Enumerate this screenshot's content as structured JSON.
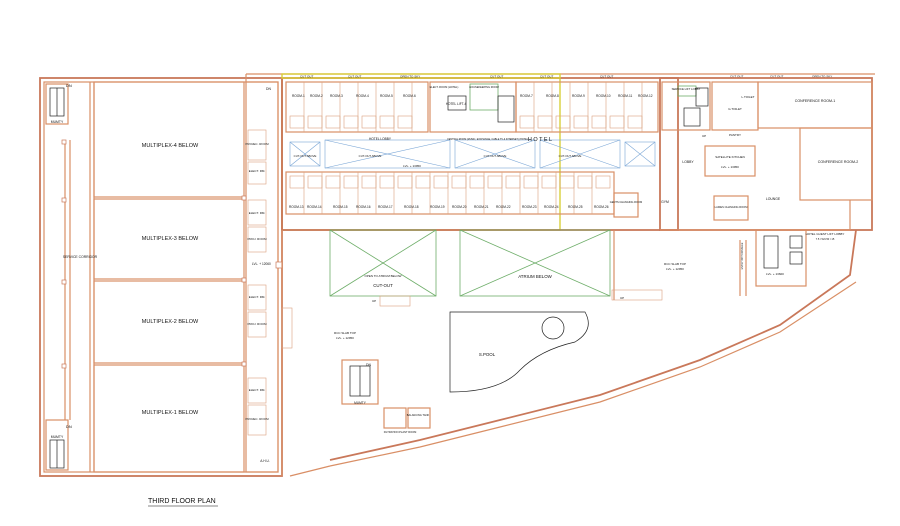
{
  "plan_title": "THIRD FLOOR PLAN",
  "multiplex": [
    "MULTIPLEX-4 BELOW",
    "MULTIPLEX-3 BELOW",
    "MULTIPLEX-2 BELOW",
    "MULTIPLEX-1 BELOW"
  ],
  "service_corridor": "SERVICE CORRIDOR",
  "mumty": "MUMTY",
  "rooms_top": [
    "ROOM-1",
    "ROOM-2",
    "ROOM-3",
    "ROOM-4",
    "ROOM-5",
    "ROOM-6",
    "ROOM-7",
    "ROOM-8",
    "ROOM-9",
    "ROOM-10",
    "ROOM-11",
    "ROOM-12"
  ],
  "rooms_bottom": [
    "ROOM-13",
    "ROOM-14",
    "ROOM-15",
    "ROOM-16",
    "ROOM-17",
    "ROOM-18",
    "ROOM-19",
    "ROOM-20",
    "ROOM-21",
    "ROOM-22",
    "ROOM-23",
    "ROOM-24",
    "ROOM-25",
    "ROOM-26"
  ],
  "hotel_label": "H O T E L",
  "hotel_lobby": "HOTEL LOBBY",
  "hotel_lift": "HOTEL LIFT-4",
  "elect_room": "ELECT. ROOM (HOTEL)",
  "housekeeping": "HOUSEKEEPING ROOM",
  "control_room": "CENTRAL ROOM (MUSIC, EXCHANGE, CABLE TV & INTERNET) (HOTEL)",
  "cutout_above": "CUT-OUT ABOVE",
  "cut_out": "CUT-OUT",
  "open_to_atrium": "OPEN TO ATRIUM BELOW",
  "atrium_below": "ATRIUM BELOW",
  "s_pool": "S.POOL",
  "gym": "GYM",
  "lobby": "LOBBY",
  "lounge": "LOUNGE",
  "satellite_kitchen": "SATELLITE KITCHEN",
  "satellite_lvl": "LVL. + 13950",
  "service_lift_lobby": "SERVICE LIFT LOBBY",
  "l_toilet": "L.TOILET",
  "g_toilet": "G.TOILET",
  "pantry": "PANTRY",
  "conf_room_1": "CONFERENCE ROOM-1",
  "conf_room_2": "CONFERENCE ROOM-2",
  "gents_changing": "GENTS CHANGING ROOM",
  "ladies_changing": "LADIES CHANGING ROOM",
  "hotel_guest_lift_lobby": "HOTEL GUEST LIFT LOBBY",
  "hotel_guest_lift_sub": "7.5 / 5x6.50 / 15",
  "entry_ramp": "ENTRY WITH PASSAGE",
  "projec_room": "PROJEC. ROOM",
  "elect_rm": "ELECT. RM.",
  "proj_room": "PROJ. ROOM",
  "ahu": "A.H.U.",
  "balancing_tank": "BALANCING TANK",
  "filtration_plant": "FILTRATION PLANT ROOM",
  "rcc_slab_top": "RCC SLAB TOP",
  "lvl_12950": "LVL. + 12950",
  "lvl_13950": "LVL. + 13950",
  "lvl_12060": "LVL. + 12060",
  "lvl_13600": "LVL. + 13600",
  "up": "UP",
  "dn": "DN",
  "cut_out_tag": "CUT OUT",
  "open_to_sky": "OPEN TO SKY",
  "shaft": "SHAFT"
}
